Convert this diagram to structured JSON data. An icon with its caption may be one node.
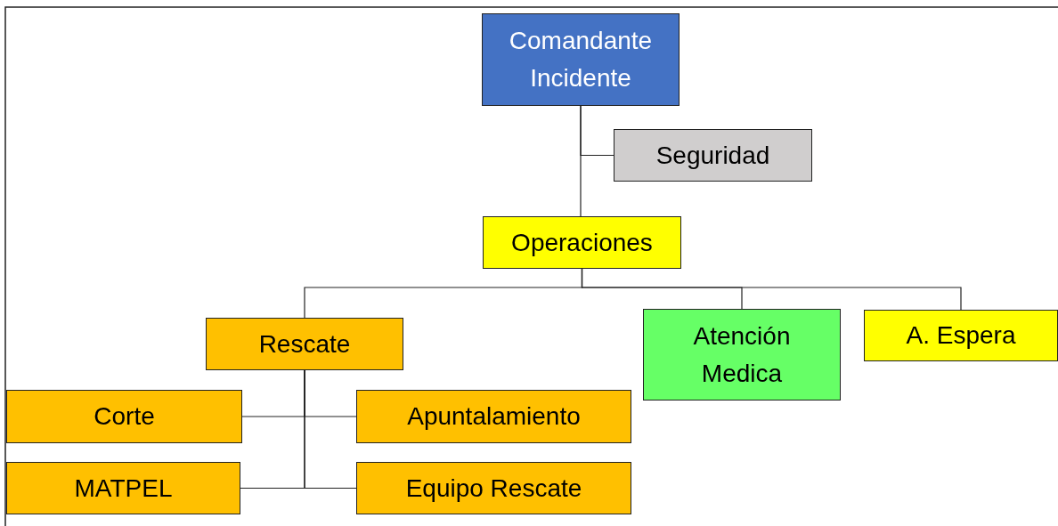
{
  "diagram": {
    "nodes": [
      {
        "text": [
          "Comandante Incidente"
        ]
      },
      {
        "text": [
          "Seguridad"
        ]
      },
      {
        "text": [
          "Operaciones"
        ]
      },
      {
        "text": [
          "Rescate"
        ]
      },
      {
        "text": [
          "Atención Medica"
        ]
      },
      {
        "text": [
          "A. Espera"
        ]
      },
      {
        "text": [
          "Corte"
        ]
      },
      {
        "text": [
          "Apuntalamiento"
        ]
      },
      {
        "text": [
          "MATPEL"
        ]
      },
      {
        "text": [
          "Equipo Rescate"
        ]
      }
    ],
    "edges": [
      {
        "from": 0,
        "to": 1,
        "arrow": "none"
      },
      {
        "from": 0,
        "to": 2,
        "arrow": "none"
      },
      {
        "from": 2,
        "to": 3,
        "arrow": "none"
      },
      {
        "from": 2,
        "to": 4,
        "arrow": "none"
      },
      {
        "from": 2,
        "to": 5,
        "arrow": "none"
      },
      {
        "from": 3,
        "to": 6,
        "arrow": "none"
      },
      {
        "from": 3,
        "to": 7,
        "arrow": "none"
      },
      {
        "from": 3,
        "to": 8,
        "arrow": "none"
      },
      {
        "from": 3,
        "to": 9,
        "arrow": "none"
      }
    ]
  }
}
